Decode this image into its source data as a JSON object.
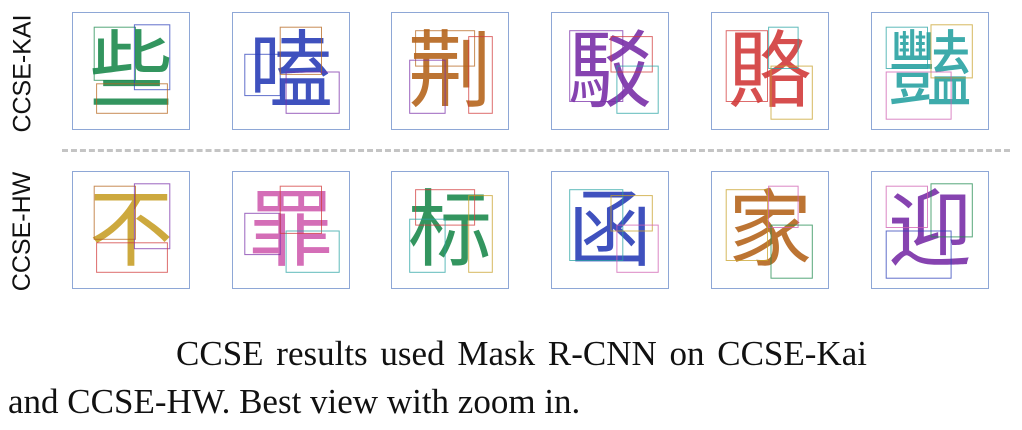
{
  "rows": [
    {
      "label": "CCSE-KAI",
      "glyphs": [
        "些",
        "嗑",
        "荆",
        "駁",
        "賂",
        "豔"
      ]
    },
    {
      "label": "CCSE-HW",
      "glyphs": [
        "不",
        "罪",
        "标",
        "函",
        "家",
        "迎"
      ]
    }
  ],
  "caption": {
    "line1": "CCSE results used Mask R-CNN on CCSE-Kai",
    "line2": "and CCSE-HW. Best view with zoom in."
  },
  "colors": {
    "panel_border": "#8ea7d6",
    "divider": "#c4c4c4",
    "stroke_palette": [
      "#1d8a4e",
      "#2b3fb8",
      "#b5651d",
      "#7a2fa8",
      "#d23b3b",
      "#2aa3a3",
      "#c8a02a",
      "#d05fb0"
    ]
  }
}
